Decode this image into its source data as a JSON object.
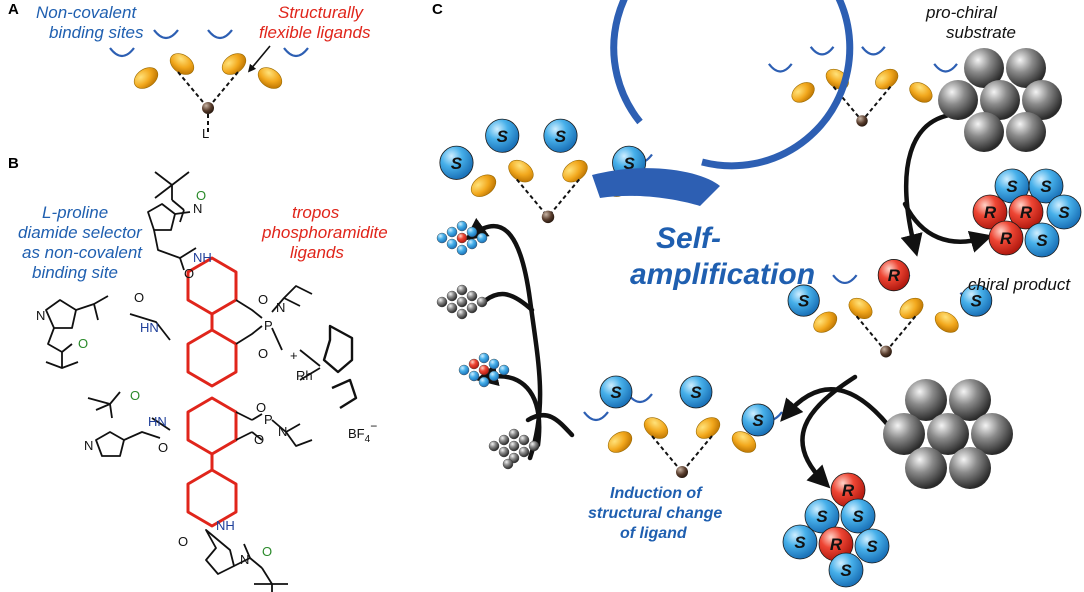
{
  "panels": {
    "a": "A",
    "b": "B",
    "c": "C"
  },
  "panel_a": {
    "noncovalent": [
      "Non-covalent",
      "binding sites"
    ],
    "flexible": [
      "Structurally",
      "flexible ligands"
    ],
    "metal_ligand": "L"
  },
  "panel_b": {
    "selector": [
      "L-proline",
      "diamide selector",
      "as non-covalent",
      "binding site"
    ],
    "ligands": [
      "tropos",
      "phosphoramidite",
      "ligands"
    ],
    "atoms": {
      "nh": "NH",
      "hn": "HN",
      "n": "N",
      "o": "O",
      "p": "P",
      "rh": "Rh",
      "plus": "+",
      "counterion": "BF",
      "counterion_sub": "4",
      "counterion_sup": "−"
    }
  },
  "panel_c": {
    "prochiral": [
      "pro-chiral",
      "substrate"
    ],
    "chiral_product": "chiral product",
    "self_amp": [
      "Self-",
      "amplification"
    ],
    "induction": [
      "Induction of",
      "structural change",
      "of ligand"
    ],
    "s": "S",
    "r": "R"
  },
  "colors": {
    "blue_text": "#1f5fb0",
    "red_text": "#e0251b",
    "s_sphere": "#3aa0dc",
    "r_sphere": "#e83a2a",
    "ligand_ellipse": "#f2a81d",
    "substrate": "#5a5a5a",
    "metal": "#5a3e2e"
  }
}
